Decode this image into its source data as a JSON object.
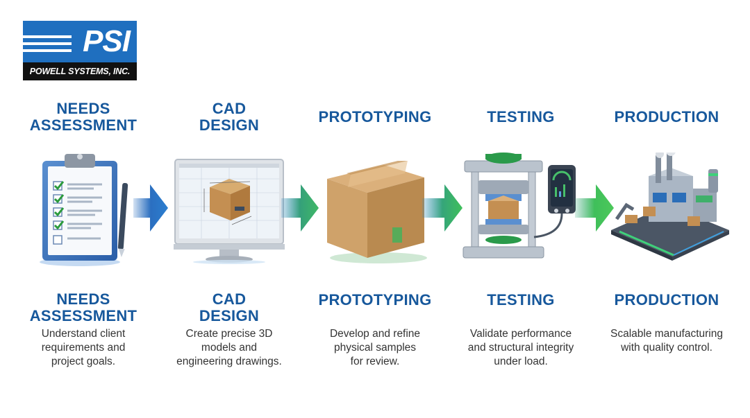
{
  "logo": {
    "mark": "PSI",
    "company": "POWELL SYSTEMS, INC."
  },
  "steps": [
    {
      "title_line1": "NEEDS",
      "title_line2": "ASSESSMENT",
      "desc_line1": "Understand client",
      "desc_line2": "requirements and",
      "desc_line3": "project goals.",
      "icon": "clipboard-checklist-icon"
    },
    {
      "title_line1": "CAD",
      "title_line2": "DESIGN",
      "desc_line1": "Create precise 3D",
      "desc_line2": "models and",
      "desc_line3": "engineering drawings.",
      "icon": "cad-monitor-icon"
    },
    {
      "title_line1": "PROTOTYPING",
      "desc_line1": "Develop and refine",
      "desc_line2": "physical samples",
      "desc_line3": "for review.",
      "icon": "cardboard-box-icon"
    },
    {
      "title_line1": "TESTING",
      "desc_line1": "Validate performance",
      "desc_line2": "and structural integrity",
      "desc_line3": "under load.",
      "icon": "compression-press-icon"
    },
    {
      "title_line1": "PRODUCTION",
      "desc_line1": "Scalable manufacturing",
      "desc_line2": "with quality control.",
      "icon": "factory-icon"
    }
  ],
  "colors": {
    "title": "#17589c",
    "logo_blue": "#1f6fbf",
    "arrow_start": "#1f6fbf",
    "arrow_end": "#3fbf5a"
  }
}
